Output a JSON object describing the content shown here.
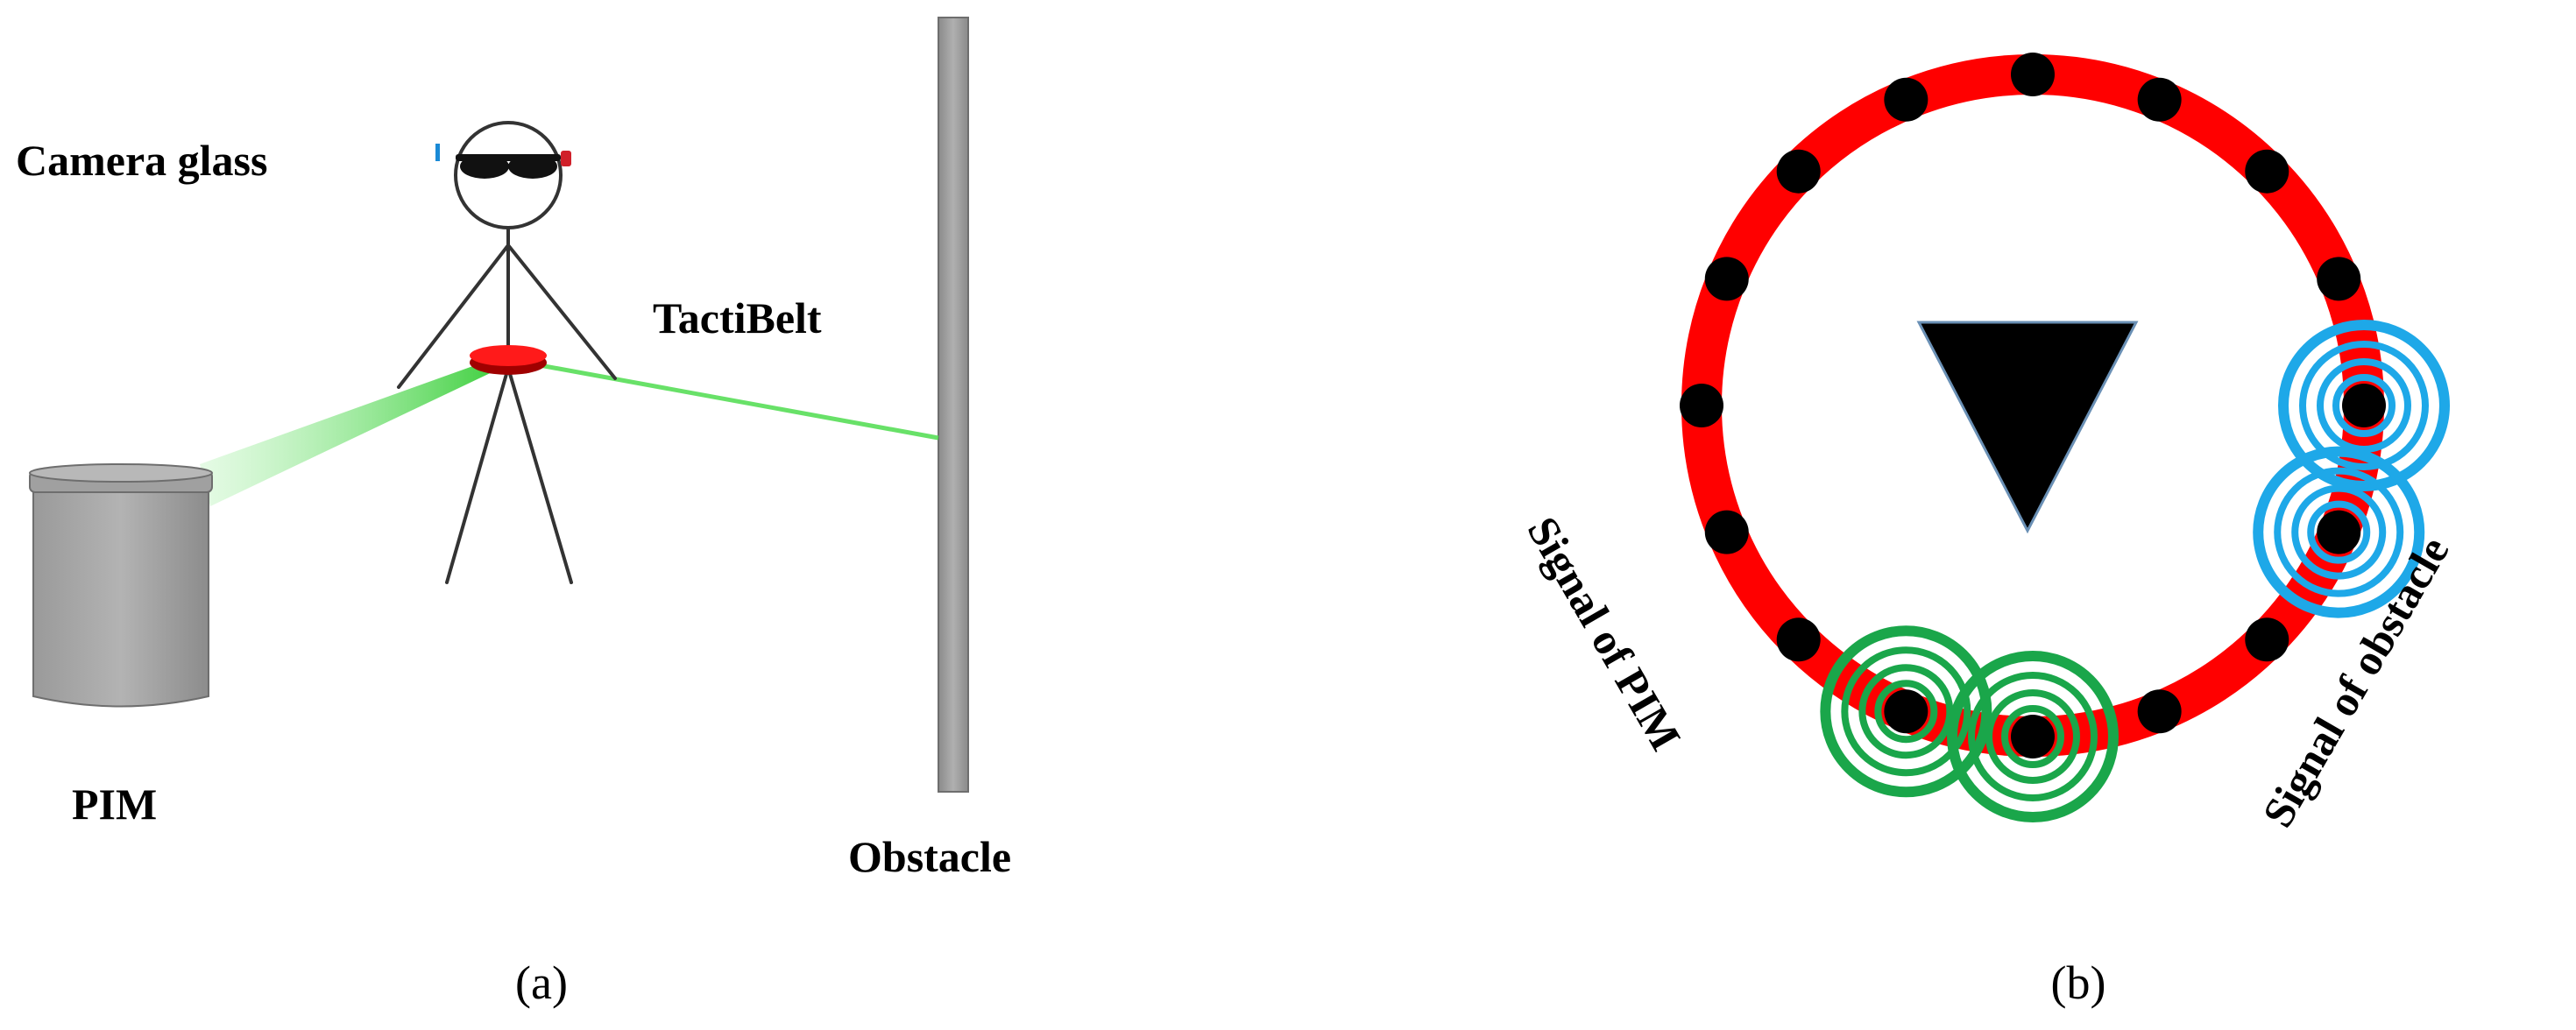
{
  "panel_a": {
    "labels": {
      "camera_glass": "Camera glass",
      "tactibelt": "TactiBelt",
      "pim": "PIM",
      "obstacle": "Obstacle"
    },
    "caption": "(a)"
  },
  "panel_b": {
    "labels": {
      "signal_pim": "Signal of PIM",
      "signal_obstacle": "Signal of  obstacle"
    },
    "caption": "(b)",
    "motor_count": 16,
    "pim_signal_motors": [
      9,
      8
    ],
    "obstacle_signal_motors": [
      4,
      5
    ]
  },
  "colors": {
    "belt": "#ff0000",
    "motor": "#000000",
    "pim_signal": "#1aa64a",
    "obstacle_signal": "#1ea8e8",
    "beam": "#4ddc4d",
    "object_gray": "#a6a6a6"
  }
}
